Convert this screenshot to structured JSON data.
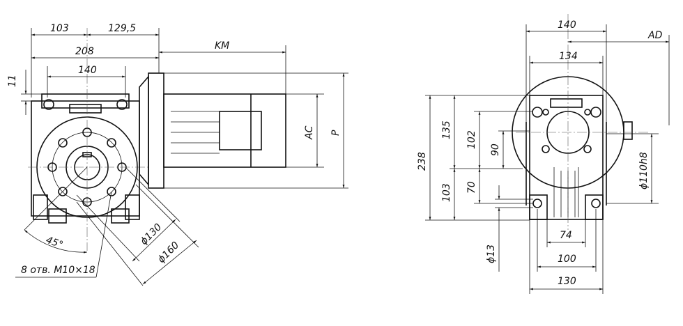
{
  "drawing": {
    "side_view": {
      "dims": {
        "d103": "103",
        "d129_5": "129,5",
        "d208": "208",
        "d140": "140",
        "d11": "11",
        "km": "KM",
        "ac": "AC",
        "p": "P",
        "angle": "45°",
        "holes": "8 отв. M10×18",
        "phi130": "ϕ130",
        "phi160": "ϕ160"
      }
    },
    "front_view": {
      "dims": {
        "d140": "140",
        "ad": "AD",
        "d134": "134",
        "d238": "238",
        "d135": "135",
        "d103": "103",
        "d102": "102",
        "d90": "90",
        "d70": "70",
        "phi13": "ϕ13",
        "phi110h8": "ϕ110h8",
        "d74": "74",
        "d100": "100",
        "d130": "130"
      }
    }
  }
}
